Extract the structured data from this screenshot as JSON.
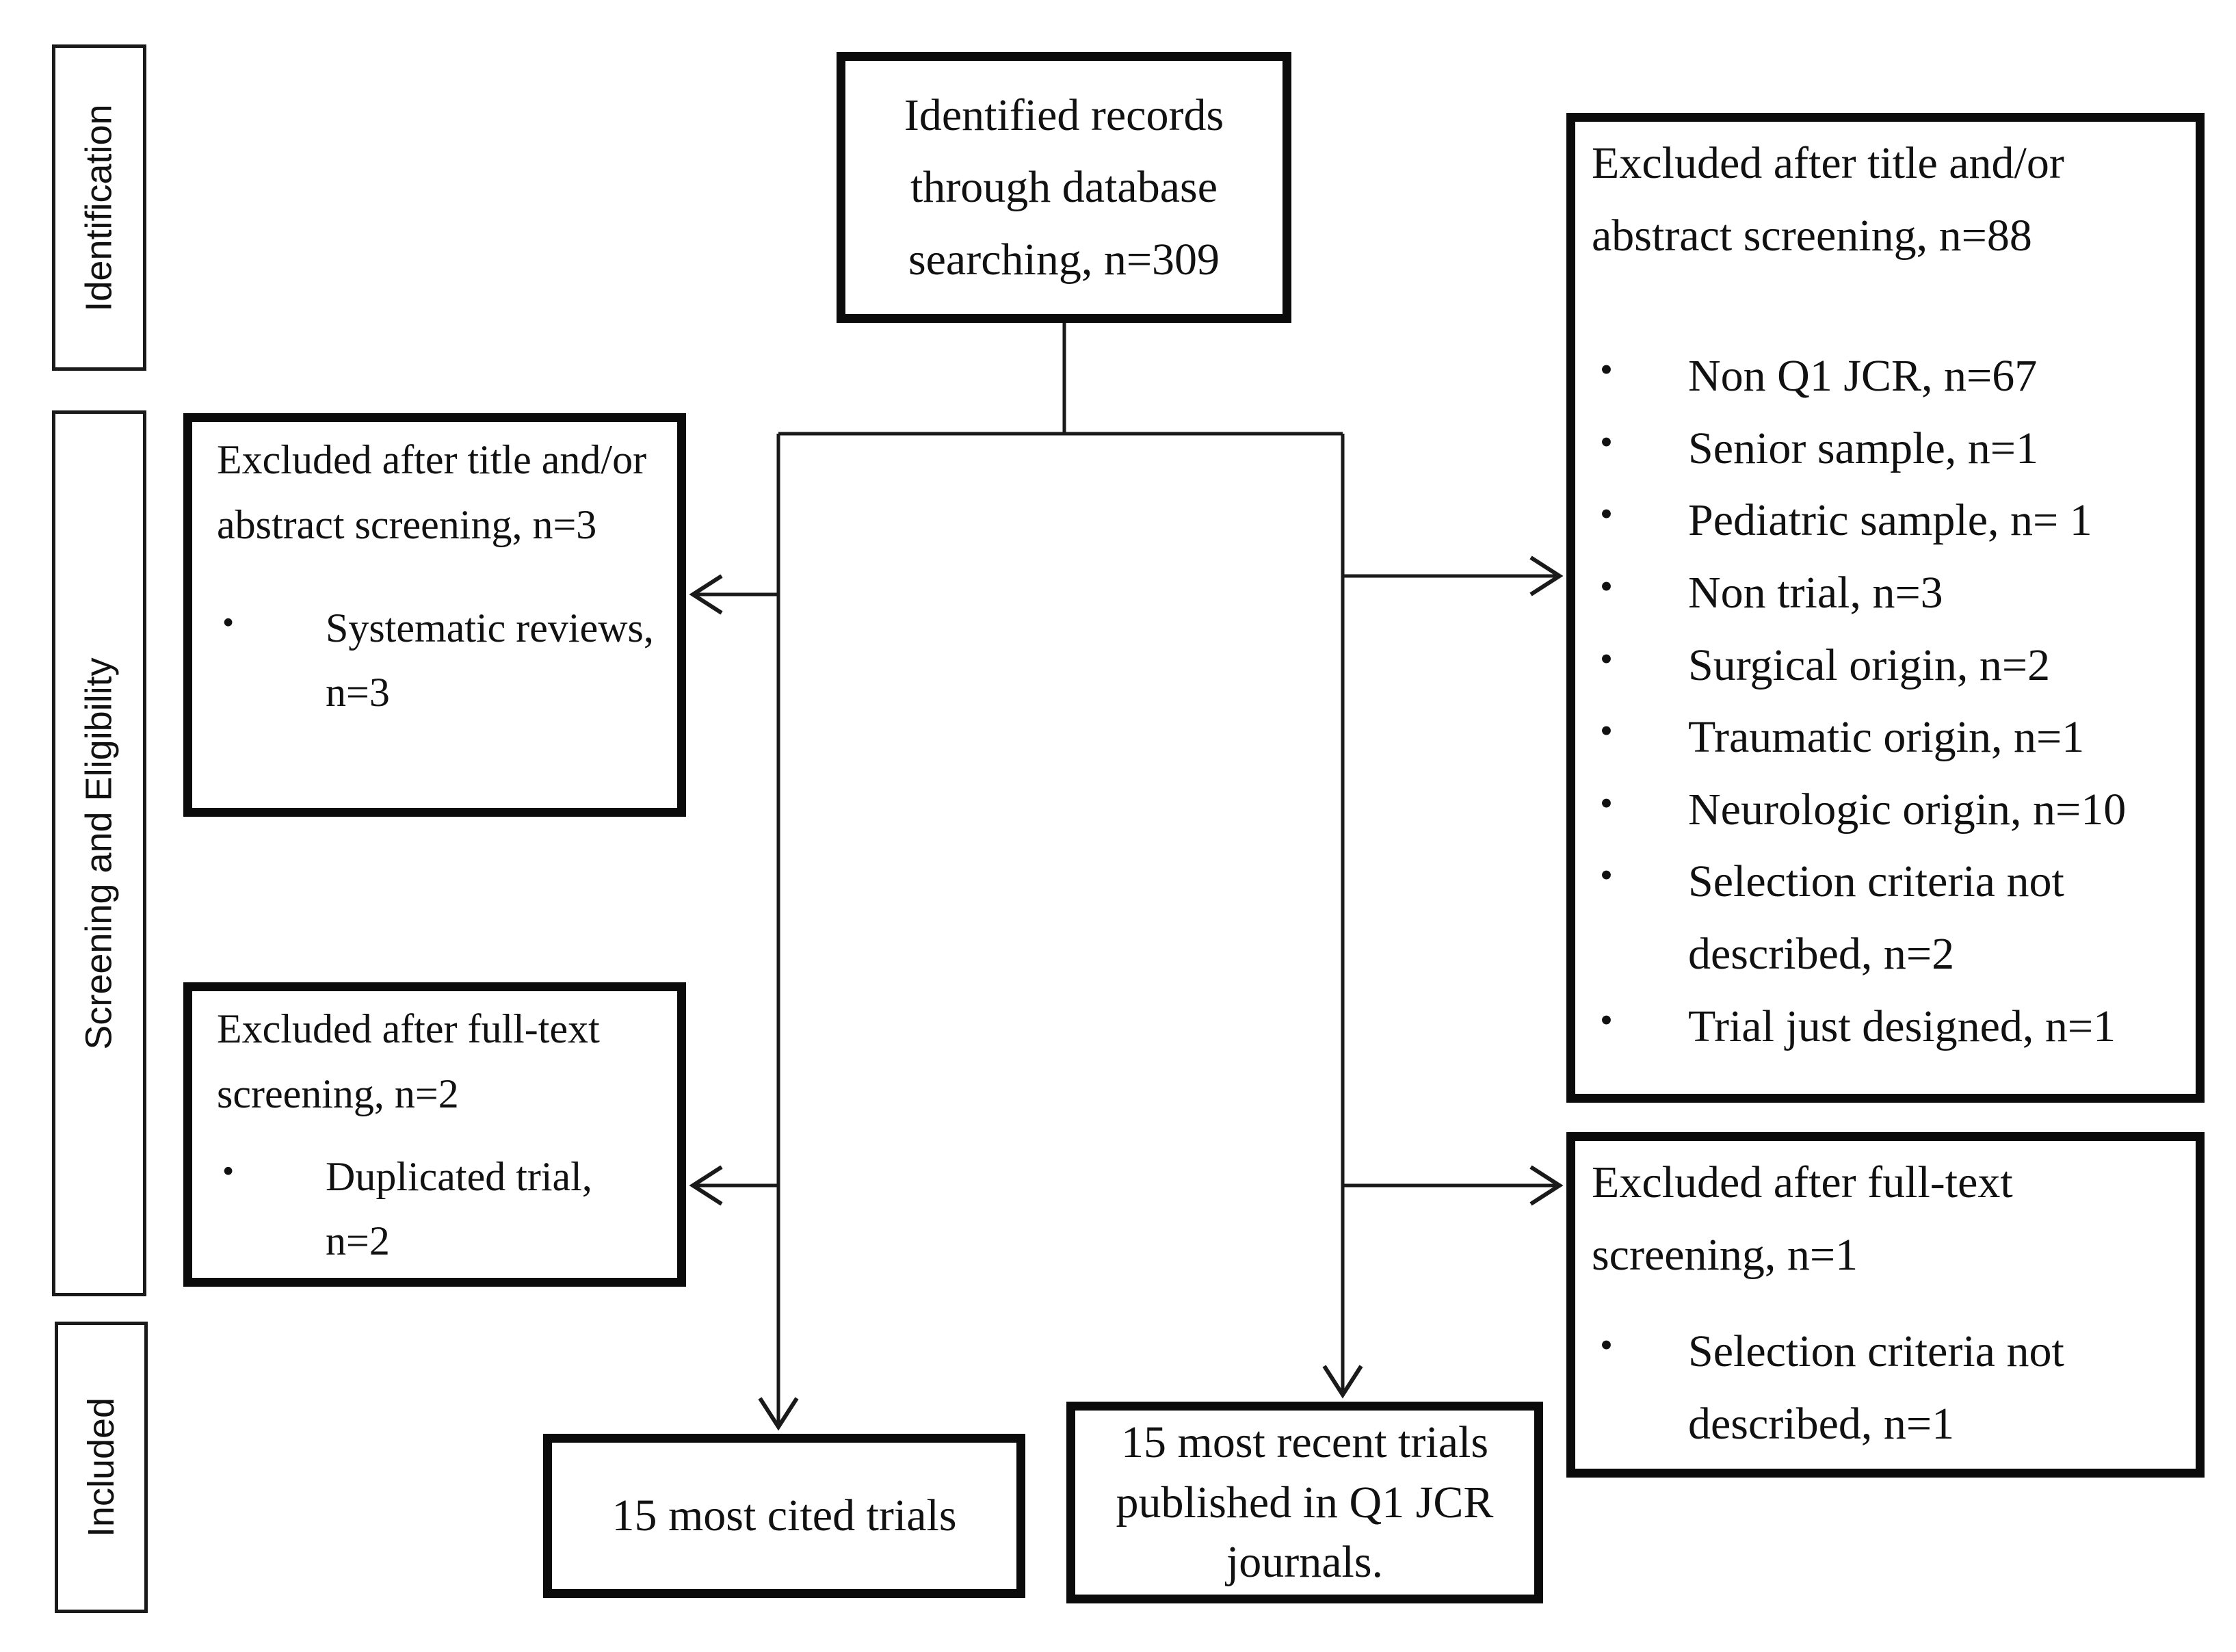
{
  "sidebar": {
    "stages": [
      {
        "label": "Identification"
      },
      {
        "label": "Screening and Eligibility"
      },
      {
        "label": "Included"
      }
    ]
  },
  "boxes": {
    "identified": {
      "text": "Identified records through database searching, n=309"
    },
    "excluded_title_abstract_left": {
      "title": "Excluded after title and/or abstract screening, n=3",
      "bullets": [
        "Systematic reviews, n=3"
      ]
    },
    "excluded_fulltext_left": {
      "title": "Excluded after full-text screening, n=2",
      "bullets": [
        "Duplicated trial, n=2"
      ]
    },
    "excluded_title_abstract_right": {
      "title": "Excluded after title and/or abstract screening, n=88",
      "bullets": [
        "Non Q1 JCR, n=67",
        "Senior sample, n=1",
        "Pediatric sample, n= 1",
        "Non trial, n=3",
        "Surgical origin, n=2",
        "Traumatic origin, n=1",
        "Neurologic origin, n=10",
        "Selection criteria not described, n=2",
        "Trial just designed, n=1"
      ]
    },
    "excluded_fulltext_right": {
      "title": "Excluded after full-text screening, n=1",
      "bullets": [
        "Selection criteria not described, n=1"
      ]
    },
    "most_cited": {
      "text": "15 most cited trials"
    },
    "most_recent": {
      "text": "15 most recent trials published in Q1 JCR journals."
    }
  },
  "icons": {
    "bullet": "•",
    "arrow_style": "open-chevron"
  },
  "colors": {
    "ink": "#111111",
    "border": "#0b0b0b",
    "background": "#ffffff"
  }
}
